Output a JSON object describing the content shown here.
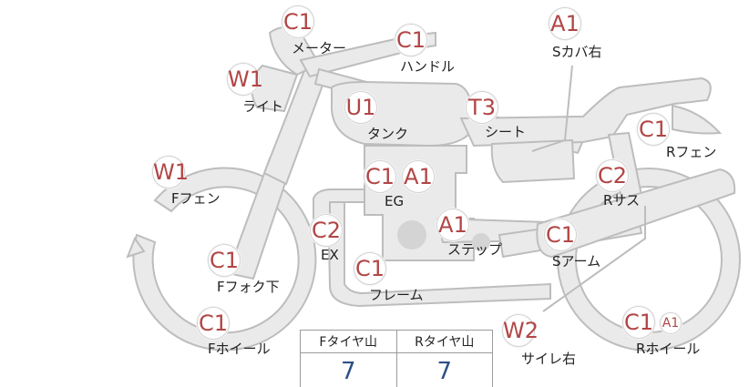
{
  "parts": {
    "meter": {
      "label": "メーター",
      "grade": "C1"
    },
    "handle": {
      "label": "ハンドル",
      "grade": "C1"
    },
    "side_cover": {
      "label": "Sカバ右",
      "grade": "A1"
    },
    "light": {
      "label": "ライト",
      "grade": "W1"
    },
    "tank": {
      "label": "タンク",
      "grade": "U1"
    },
    "seat": {
      "label": "シート",
      "grade": "T3"
    },
    "r_fender": {
      "label": "Rフェン",
      "grade": "C1"
    },
    "f_fender": {
      "label": "Fフェン",
      "grade": "W1"
    },
    "engine": {
      "label": "EG",
      "grade": "C1",
      "grade2": "A1"
    },
    "r_susp": {
      "label": "Rサス",
      "grade": "C2"
    },
    "exhaust": {
      "label": "EX",
      "grade": "C2"
    },
    "step": {
      "label": "ステップ",
      "grade": "A1"
    },
    "swingarm": {
      "label": "Sアーム",
      "grade": "C1"
    },
    "f_fork": {
      "label": "Fフォク下",
      "grade": "C1"
    },
    "frame": {
      "label": "フレーム",
      "grade": "C1"
    },
    "f_wheel": {
      "label": "Fホイール",
      "grade": "C1"
    },
    "muffler": {
      "label": "サイレ右",
      "grade": "W2"
    },
    "r_wheel": {
      "label": "Rホイール",
      "grade": "C1",
      "grade2": "A1"
    }
  },
  "tread": {
    "front_label": "Fタイヤ山",
    "rear_label": "Rタイヤ山",
    "front_value": "7",
    "rear_value": "7"
  },
  "colors": {
    "grade_text": "#b14646",
    "tread_value": "#2e4f86",
    "part_fill": "#eaeaea",
    "part_stroke": "#bdbdbd"
  }
}
